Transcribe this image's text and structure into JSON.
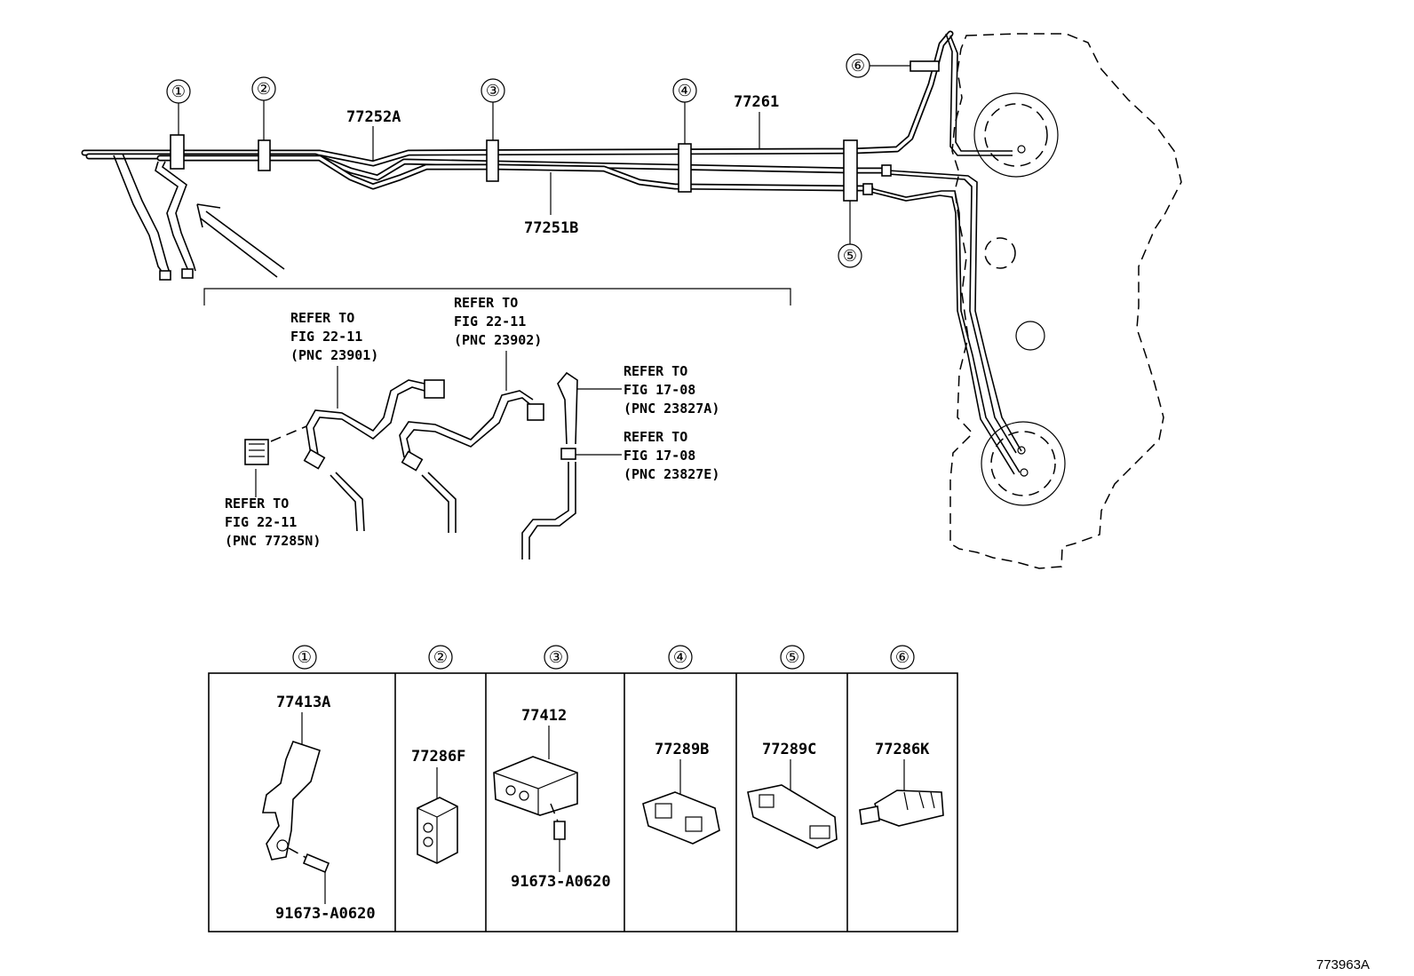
{
  "diagram_id": "773963A",
  "callouts": [
    "①",
    "②",
    "③",
    "④",
    "⑤",
    "⑥"
  ],
  "main_parts": {
    "tube_upper_left": "77252A",
    "tube_upper_right": "77261",
    "tube_lower": "77251B"
  },
  "references": {
    "ref_23901": [
      "REFER TO",
      "FIG 22-11",
      "(PNC 23901)"
    ],
    "ref_23902": [
      "REFER TO",
      "FIG 22-11",
      "(PNC 23902)"
    ],
    "ref_23827a": [
      "REFER TO",
      "FIG 17-08",
      "(PNC 23827A)"
    ],
    "ref_23827e": [
      "REFER TO",
      "FIG 17-08",
      "(PNC 23827E)"
    ],
    "ref_77285n": [
      "REFER TO",
      "FIG 22-11",
      "(PNC 77285N)"
    ]
  },
  "clamp_table": [
    {
      "callout": "①",
      "part": "77413A",
      "bolt": "91673-A0620"
    },
    {
      "callout": "②",
      "part": "77286F"
    },
    {
      "callout": "③",
      "part": "77412",
      "bolt": "91673-A0620"
    },
    {
      "callout": "④",
      "part": "77289B"
    },
    {
      "callout": "⑤",
      "part": "77289C"
    },
    {
      "callout": "⑥",
      "part": "77286K"
    }
  ]
}
